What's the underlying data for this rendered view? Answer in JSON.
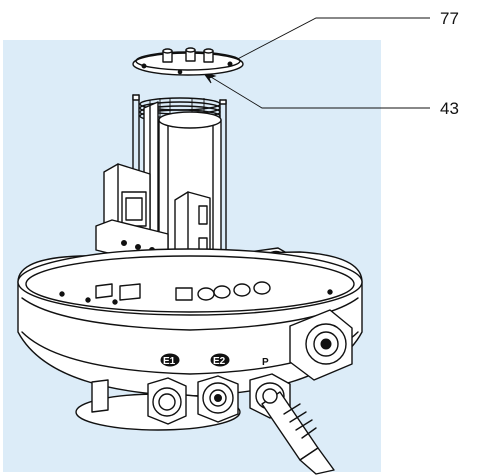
{
  "callouts": [
    {
      "label": "77"
    },
    {
      "label": "43"
    }
  ],
  "ports": [
    {
      "label": "E1"
    },
    {
      "label": "E2"
    },
    {
      "label": "P"
    }
  ],
  "colors": {
    "background_panel": "#dcecf8",
    "line": "#111111"
  }
}
